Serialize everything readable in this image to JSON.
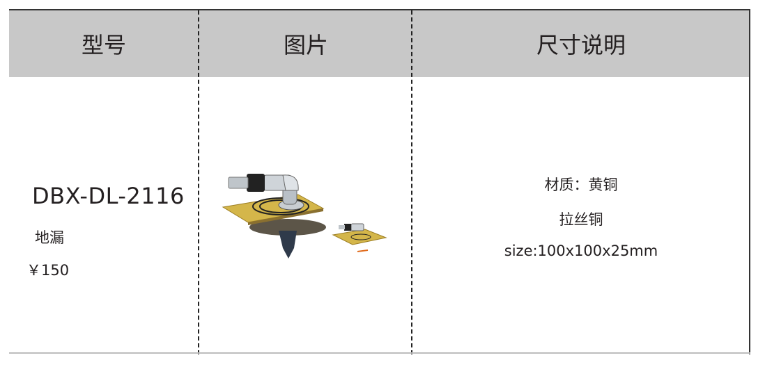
{
  "table": {
    "headers": [
      "型号",
      "图片",
      "尺寸说明"
    ],
    "rows": [
      {
        "model": "DBX-DL-2116",
        "name": "地漏",
        "price": "￥150",
        "image": "floor-drain-product-photo",
        "spec": [
          "材质：黄铜",
          "拉丝铜",
          "size:100x100x25mm"
        ]
      }
    ]
  },
  "colors": {
    "header_bg": "#c8c8c8",
    "brass": "#c9a53a"
  }
}
